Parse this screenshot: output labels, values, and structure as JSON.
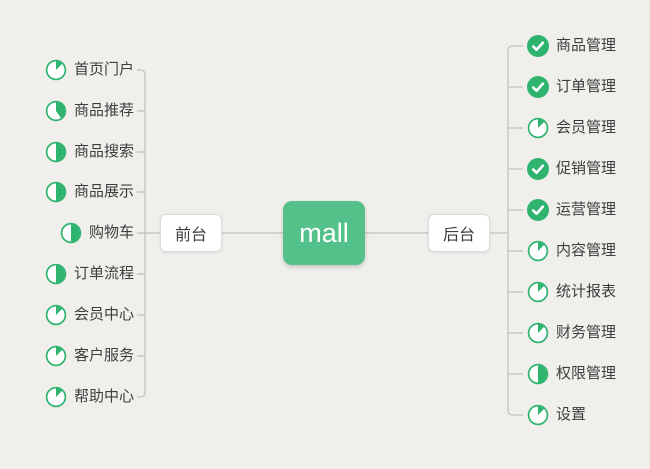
{
  "root": {
    "label": "mall"
  },
  "branches": [
    {
      "label": "前台",
      "side": "left",
      "items": [
        {
          "label": "首页门户",
          "progress": 0.125
        },
        {
          "label": "商品推荐",
          "progress": 0.4
        },
        {
          "label": "商品搜索",
          "progress": 0.5
        },
        {
          "label": "商品展示",
          "progress": 0.5
        },
        {
          "label": "购物车",
          "progress": 0.5
        },
        {
          "label": "订单流程",
          "progress": 0.5
        },
        {
          "label": "会员中心",
          "progress": 0.125
        },
        {
          "label": "客户服务",
          "progress": 0.125
        },
        {
          "label": "帮助中心",
          "progress": 0.125
        }
      ]
    },
    {
      "label": "后台",
      "side": "right",
      "items": [
        {
          "label": "商品管理",
          "progress": 1
        },
        {
          "label": "订单管理",
          "progress": 1
        },
        {
          "label": "会员管理",
          "progress": 0.125
        },
        {
          "label": "促销管理",
          "progress": 1
        },
        {
          "label": "运营管理",
          "progress": 1
        },
        {
          "label": "内容管理",
          "progress": 0.125
        },
        {
          "label": "统计报表",
          "progress": 0.125
        },
        {
          "label": "财务管理",
          "progress": 0.125
        },
        {
          "label": "权限管理",
          "progress": 0.5
        },
        {
          "label": "设置",
          "progress": 0.125
        }
      ]
    }
  ],
  "colors": {
    "bg": "#f0efec",
    "line": "#c7c7c5",
    "node_green": "#54c18b",
    "icon_green": "#2fb46f",
    "text": "#3d3d3d"
  }
}
